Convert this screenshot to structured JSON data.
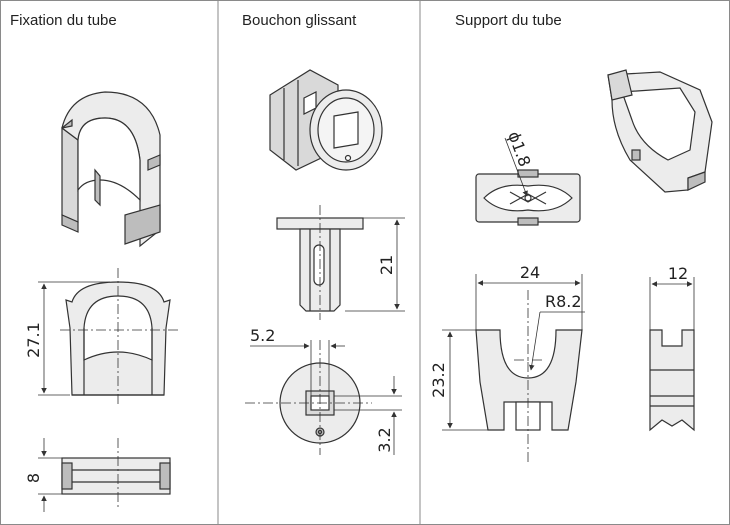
{
  "columns": [
    {
      "title": "Fixation du tube"
    },
    {
      "title": "Bouchon glissant"
    },
    {
      "title": "Support du tube"
    }
  ],
  "dimensions": {
    "fixation_height": "27.1",
    "fixation_width": "8",
    "bouchon_height": "21",
    "bouchon_slot": "5.2",
    "bouchon_offset": "3.2",
    "support_hole": "ϕ1.8",
    "support_width": "24",
    "support_radius": "R8.2",
    "support_height": "23.2",
    "support_depth": "12"
  },
  "colors": {
    "line": "#333333",
    "fill": "#ececec",
    "shade": "#bdbdbd",
    "grid": "#8a8a8a"
  }
}
